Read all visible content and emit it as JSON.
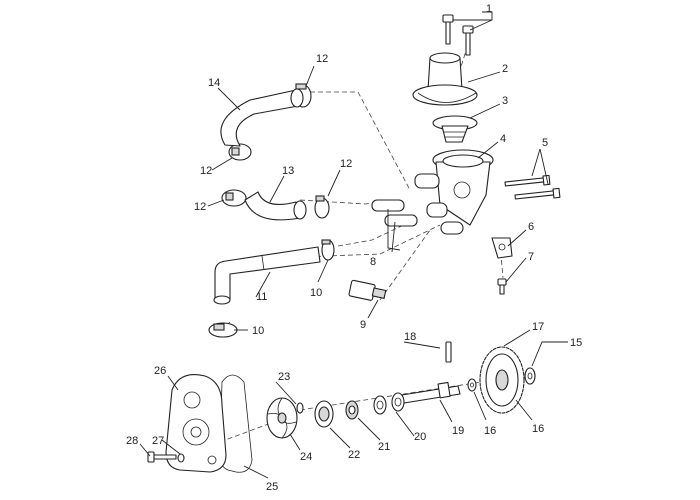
{
  "callouts": [
    {
      "id": "c1",
      "text": "1"
    },
    {
      "id": "c2",
      "text": "2"
    },
    {
      "id": "c3",
      "text": "3"
    },
    {
      "id": "c4",
      "text": "4"
    },
    {
      "id": "c5",
      "text": "5"
    },
    {
      "id": "c6",
      "text": "6"
    },
    {
      "id": "c7",
      "text": "7"
    },
    {
      "id": "c8",
      "text": "8"
    },
    {
      "id": "c9",
      "text": "9"
    },
    {
      "id": "c10a",
      "text": "10"
    },
    {
      "id": "c10b",
      "text": "10"
    },
    {
      "id": "c11",
      "text": "11"
    },
    {
      "id": "c12a",
      "text": "12"
    },
    {
      "id": "c12b",
      "text": "12"
    },
    {
      "id": "c12c",
      "text": "12"
    },
    {
      "id": "c12d",
      "text": "12"
    },
    {
      "id": "c13",
      "text": "13"
    },
    {
      "id": "c14",
      "text": "14"
    },
    {
      "id": "c15",
      "text": "15"
    },
    {
      "id": "c16a",
      "text": "16"
    },
    {
      "id": "c16b",
      "text": "16"
    },
    {
      "id": "c17",
      "text": "17"
    },
    {
      "id": "c18",
      "text": "18"
    },
    {
      "id": "c19",
      "text": "19"
    },
    {
      "id": "c20",
      "text": "20"
    },
    {
      "id": "c21",
      "text": "21"
    },
    {
      "id": "c22",
      "text": "22"
    },
    {
      "id": "c23",
      "text": "23"
    },
    {
      "id": "c24",
      "text": "24"
    },
    {
      "id": "c25",
      "text": "25"
    },
    {
      "id": "c26",
      "text": "26"
    },
    {
      "id": "c27",
      "text": "27"
    },
    {
      "id": "c28",
      "text": "28"
    }
  ]
}
